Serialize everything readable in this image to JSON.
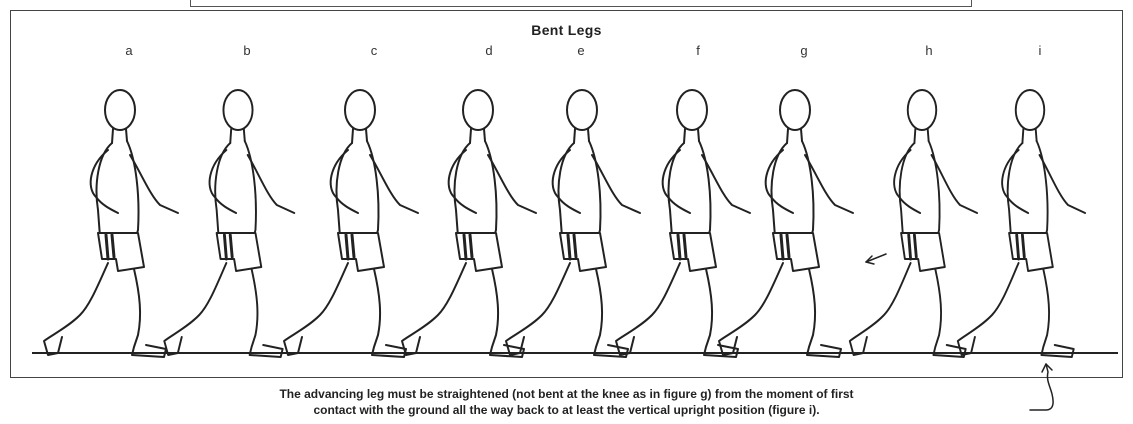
{
  "figure": {
    "title": "Bent Legs",
    "labels": [
      "a",
      "b",
      "c",
      "d",
      "e",
      "f",
      "g",
      "h",
      "i"
    ],
    "caption_line1": "The advancing leg must be straightened (not bent at the knee as in figure g) from the moment of first",
    "caption_line2": "contact with the ground all the way back to at least the vertical upright position (figure i)."
  },
  "icons": [
    "runner-figure",
    "arrow-left-icon",
    "curved-arrow-icon"
  ]
}
